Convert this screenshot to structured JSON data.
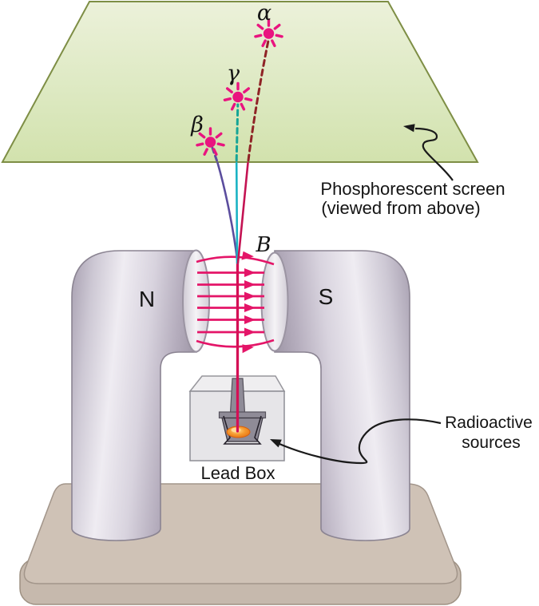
{
  "figure": {
    "title_hint": "Radioactive rays separated by a magnetic field",
    "screen": {
      "label_line1": "Phosphorescent screen",
      "label_line2": "(viewed from above)",
      "fill_color": "#dde9c2",
      "edge_color": "#7e8e45"
    },
    "particles": [
      {
        "symbol": "α",
        "name": "alpha",
        "deflection": "right",
        "dash_color": "#8f2326",
        "solid_color": "#c41353"
      },
      {
        "symbol": "γ",
        "name": "gamma",
        "deflection": "none",
        "dash_color": "#14a596",
        "solid_color": "#1ab3c4"
      },
      {
        "symbol": "β",
        "name": "beta",
        "deflection": "left",
        "dash_color": "#5b4d9e",
        "solid_color": "#5b4d9e"
      }
    ],
    "burst_color": "#e9147f",
    "magnet": {
      "north_label": "N",
      "south_label": "S",
      "field_label": "B",
      "field_color": "#e41568",
      "body_color": "#d7d2dc"
    },
    "beam_color": "#d40f55",
    "source": {
      "box_label": "Lead Box",
      "callout_line1": "Radioactive",
      "callout_line2": "sources",
      "glow_color": "#f59a2e"
    },
    "base_color": "#cfc2b6"
  }
}
